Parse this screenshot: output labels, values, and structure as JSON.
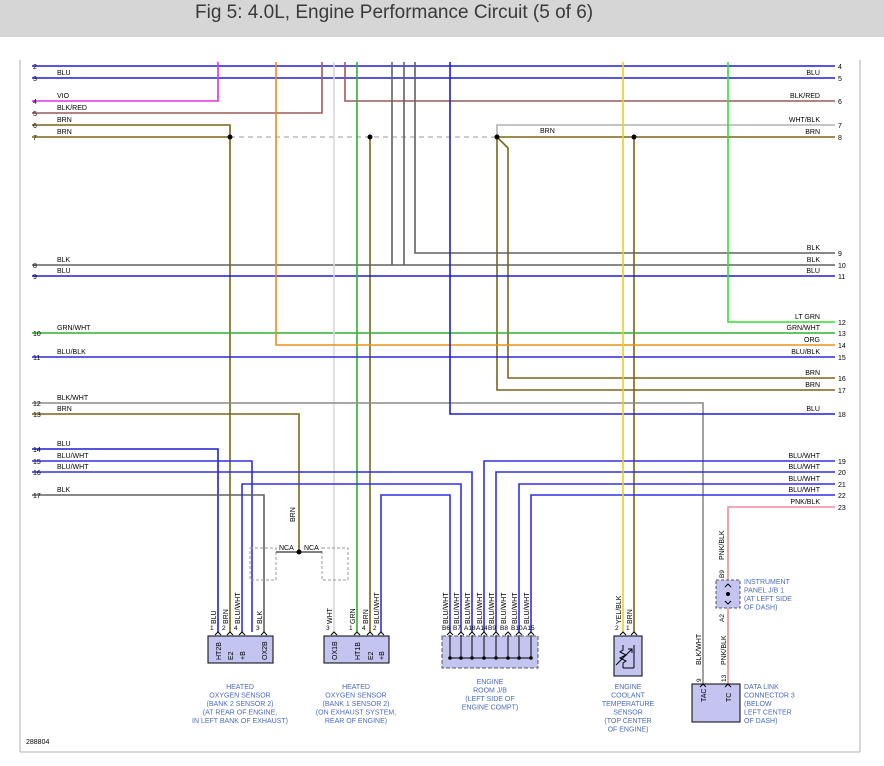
{
  "title": "Fig 5: 4.0L, Engine Performance Circuit (5 of 6)",
  "figure_id": "288804",
  "colors": {
    "BLU": "#1f1fd0",
    "VIO": "#e030e0",
    "BLK_RED": "#9c5a5a",
    "BRN": "#7a6418",
    "BLK": "#606060",
    "GRN_WHT": "#2fb02f",
    "BLU_BLK": "#2a2ad8",
    "BLK_WHT": "#8a8a8a",
    "BLU_WHT": "#3030e0",
    "ORG": "#e8901a",
    "LT_GRN": "#30e030",
    "YEL_BLK": "#e8d020",
    "WHT_BLK": "#b0b0b0",
    "PNK_BLK": "#f08aa0",
    "connector_fill": "#c4c4f0",
    "label_blue": "#4a6ab8"
  },
  "left_wires": [
    {
      "num": "2",
      "label": ""
    },
    {
      "num": "3",
      "label": "BLU"
    },
    {
      "num": "4",
      "label": "VIO"
    },
    {
      "num": "5",
      "label": "BLK/RED"
    },
    {
      "num": "6",
      "label": "BRN"
    },
    {
      "num": "7",
      "label": "BRN"
    },
    {
      "num": "8",
      "label": "BLK"
    },
    {
      "num": "9",
      "label": "BLU"
    },
    {
      "num": "10",
      "label": "GRN/WHT"
    },
    {
      "num": "11",
      "label": "BLU/BLK"
    },
    {
      "num": "12",
      "label": "BLK/WHT"
    },
    {
      "num": "13",
      "label": "BRN"
    },
    {
      "num": "14",
      "label": "BLU"
    },
    {
      "num": "15",
      "label": "BLU/WHT"
    },
    {
      "num": "16",
      "label": "BLU/WHT"
    },
    {
      "num": "17",
      "label": "BLK"
    }
  ],
  "right_wires": [
    {
      "num": "4",
      "label": ""
    },
    {
      "num": "5",
      "label": "BLU"
    },
    {
      "num": "6",
      "label": "BLK/RED"
    },
    {
      "num": "7",
      "label": "WHT/BLK"
    },
    {
      "num": "8",
      "label": "BRN"
    },
    {
      "num": "9",
      "label": "BLK"
    },
    {
      "num": "10",
      "label": "BLK"
    },
    {
      "num": "11",
      "label": "BLU"
    },
    {
      "num": "12",
      "label": "LT GRN"
    },
    {
      "num": "13",
      "label": "GRN/WHT"
    },
    {
      "num": "14",
      "label": "ORG"
    },
    {
      "num": "15",
      "label": "BLU/BLK"
    },
    {
      "num": "16",
      "label": "BRN"
    },
    {
      "num": "17",
      "label": "BRN"
    },
    {
      "num": "18",
      "label": "BLU"
    },
    {
      "num": "19",
      "label": "BLU/WHT"
    },
    {
      "num": "20",
      "label": "BLU/WHT"
    },
    {
      "num": "21",
      "label": "BLU/WHT"
    },
    {
      "num": "22",
      "label": "BLU/WHT"
    },
    {
      "num": "23",
      "label": "PNK/BLK"
    }
  ],
  "mid_labels": {
    "brn_bus": "BRN",
    "brn_vertical": "BRN",
    "nca_left": "NCA",
    "nca_right": "NCA"
  },
  "components": {
    "ho2s_b2s2": {
      "pins": [
        "1",
        "2",
        "4",
        "3"
      ],
      "wires": [
        "BLU",
        "BRN",
        "BLU/WHT",
        "BLK"
      ],
      "terms": [
        "HT2B",
        "E2",
        "+B",
        "OX2B"
      ],
      "caption": [
        "HEATED",
        "OXYGEN SENSOR",
        "(BANK 2 SENSOR 2)",
        "(AT REAR OF ENGINE,",
        "IN LEFT BANK OF EXHAUST)"
      ]
    },
    "ho2s_b1s2": {
      "pins": [
        "3",
        "1",
        "4",
        "2"
      ],
      "wires": [
        "WHT",
        "GRN",
        "BRN",
        "BLU/WHT"
      ],
      "terms": [
        "OX1B",
        "HT1B",
        "E2",
        "+B"
      ],
      "caption": [
        "HEATED",
        "OXYGEN SENSOR",
        "(BANK 1 SENSOR 2)",
        "(ON EXHAUST SYSTEM,",
        "REAR OF ENGINE)"
      ]
    },
    "engine_room_jb": {
      "pins": [
        "B6",
        "B7",
        "A18",
        "A14",
        "B9",
        "B8",
        "B10",
        "A15"
      ],
      "wires": [
        "BLU/WHT",
        "BLU/WHT",
        "BLU/WHT",
        "BLU/WHT",
        "BLU/WHT",
        "BLU/WHT",
        "BLU/WHT",
        "BLU/WHT"
      ],
      "caption": [
        "ENGINE",
        "ROOM J/B",
        "(LEFT SIDE OF",
        "ENGINE COMPT)"
      ]
    },
    "ect_sensor": {
      "pins": [
        "2",
        "1"
      ],
      "wires": [
        "YEL/BLK",
        "BRN"
      ],
      "caption": [
        "ENGINE",
        "COOLANT",
        "TEMPERATURE",
        "SENSOR",
        "(TOP CENTER",
        "OF ENGINE)"
      ]
    },
    "ip_jb": {
      "pins": [
        "B9",
        "A2"
      ],
      "caption": [
        "INSTRUMENT",
        "PANEL J/B 1",
        "(AT LEFT SIDE",
        "OF DASH)"
      ]
    },
    "dlc3": {
      "pins": [
        "9",
        "13"
      ],
      "wires": [
        "BLK/WHT",
        "PNK/BLK"
      ],
      "pnk_upper": "PNK/BLK",
      "terms": [
        "TAC",
        "TC"
      ],
      "caption": [
        "DATA LINK",
        "CONNECTOR 3",
        "(BELOW",
        "LEFT CENTER",
        "OF DASH)"
      ]
    }
  }
}
